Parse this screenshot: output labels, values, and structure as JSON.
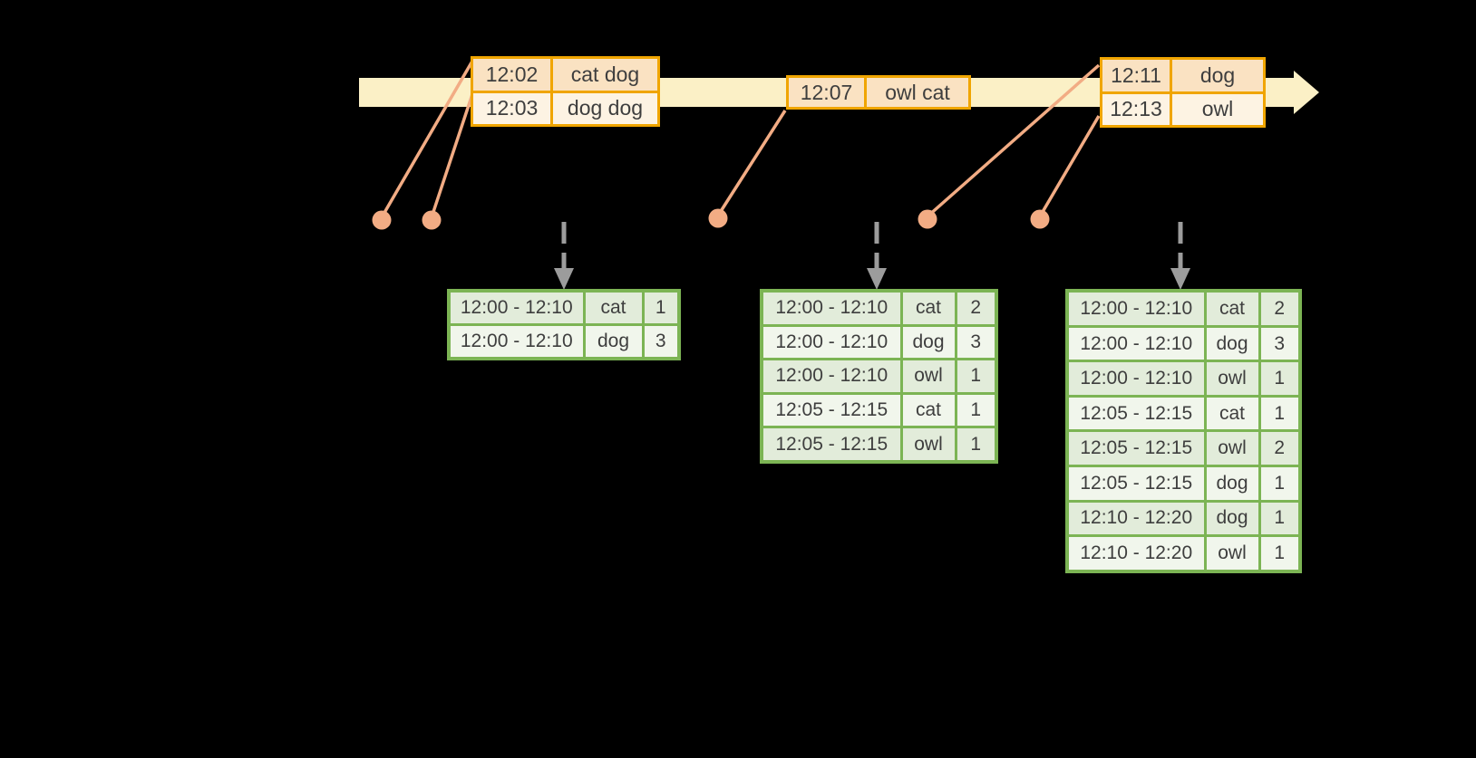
{
  "palette": {
    "background": "#000000",
    "timeline_band": "#FBF0C6",
    "event_table_border": "#F0A500",
    "event_row_dark_fill": "#FAE2C2",
    "event_row_light_fill": "#FDF3E3",
    "connector_and_dots": "#F2AC84",
    "trigger_arrow_gray": "#9C9C9C",
    "result_table_border": "#7CB454",
    "result_row_dark_fill": "#E2ECDA",
    "result_row_light_fill": "#F1F6EC",
    "text_color": "#3E3E3E"
  },
  "timeline": {
    "event_tables": [
      {
        "rows": [
          [
            "12:02",
            "cat dog"
          ],
          [
            "12:03",
            "dog dog"
          ]
        ]
      },
      {
        "rows": [
          [
            "12:07",
            "owl cat"
          ]
        ]
      },
      {
        "rows": [
          [
            "12:11",
            "dog"
          ],
          [
            "12:13",
            "owl"
          ]
        ]
      }
    ]
  },
  "result_tables": [
    {
      "rows": [
        [
          "12:00 - 12:10",
          "cat",
          "1"
        ],
        [
          "12:00 - 12:10",
          "dog",
          "3"
        ]
      ]
    },
    {
      "rows": [
        [
          "12:00 - 12:10",
          "cat",
          "2"
        ],
        [
          "12:00 - 12:10",
          "dog",
          "3"
        ],
        [
          "12:00 - 12:10",
          "owl",
          "1"
        ],
        [
          "12:05 - 12:15",
          "cat",
          "1"
        ],
        [
          "12:05 - 12:15",
          "owl",
          "1"
        ]
      ]
    },
    {
      "rows": [
        [
          "12:00 - 12:10",
          "cat",
          "2"
        ],
        [
          "12:00 - 12:10",
          "dog",
          "3"
        ],
        [
          "12:00 - 12:10",
          "owl",
          "1"
        ],
        [
          "12:05 - 12:15",
          "cat",
          "1"
        ],
        [
          "12:05 - 12:15",
          "owl",
          "2"
        ],
        [
          "12:05 - 12:15",
          "dog",
          "1"
        ],
        [
          "12:10 - 12:20",
          "dog",
          "1"
        ],
        [
          "12:10 - 12:20",
          "owl",
          "1"
        ]
      ]
    }
  ]
}
